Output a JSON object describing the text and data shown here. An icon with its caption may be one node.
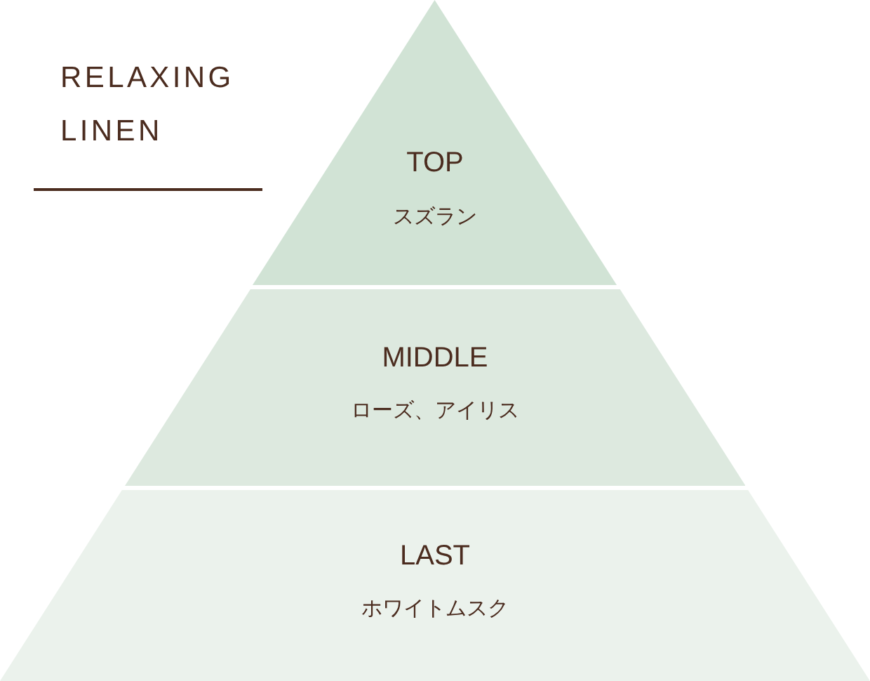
{
  "diagram": {
    "title": "RELAXING LINEN",
    "nodes": [
      {
        "text": [
          "TOP",
          "スズラン"
        ]
      },
      {
        "text": [
          "MIDDLE",
          "ローズ、アイリス"
        ]
      },
      {
        "text": [
          "LAST",
          "ホワイトムスク"
        ]
      }
    ]
  }
}
